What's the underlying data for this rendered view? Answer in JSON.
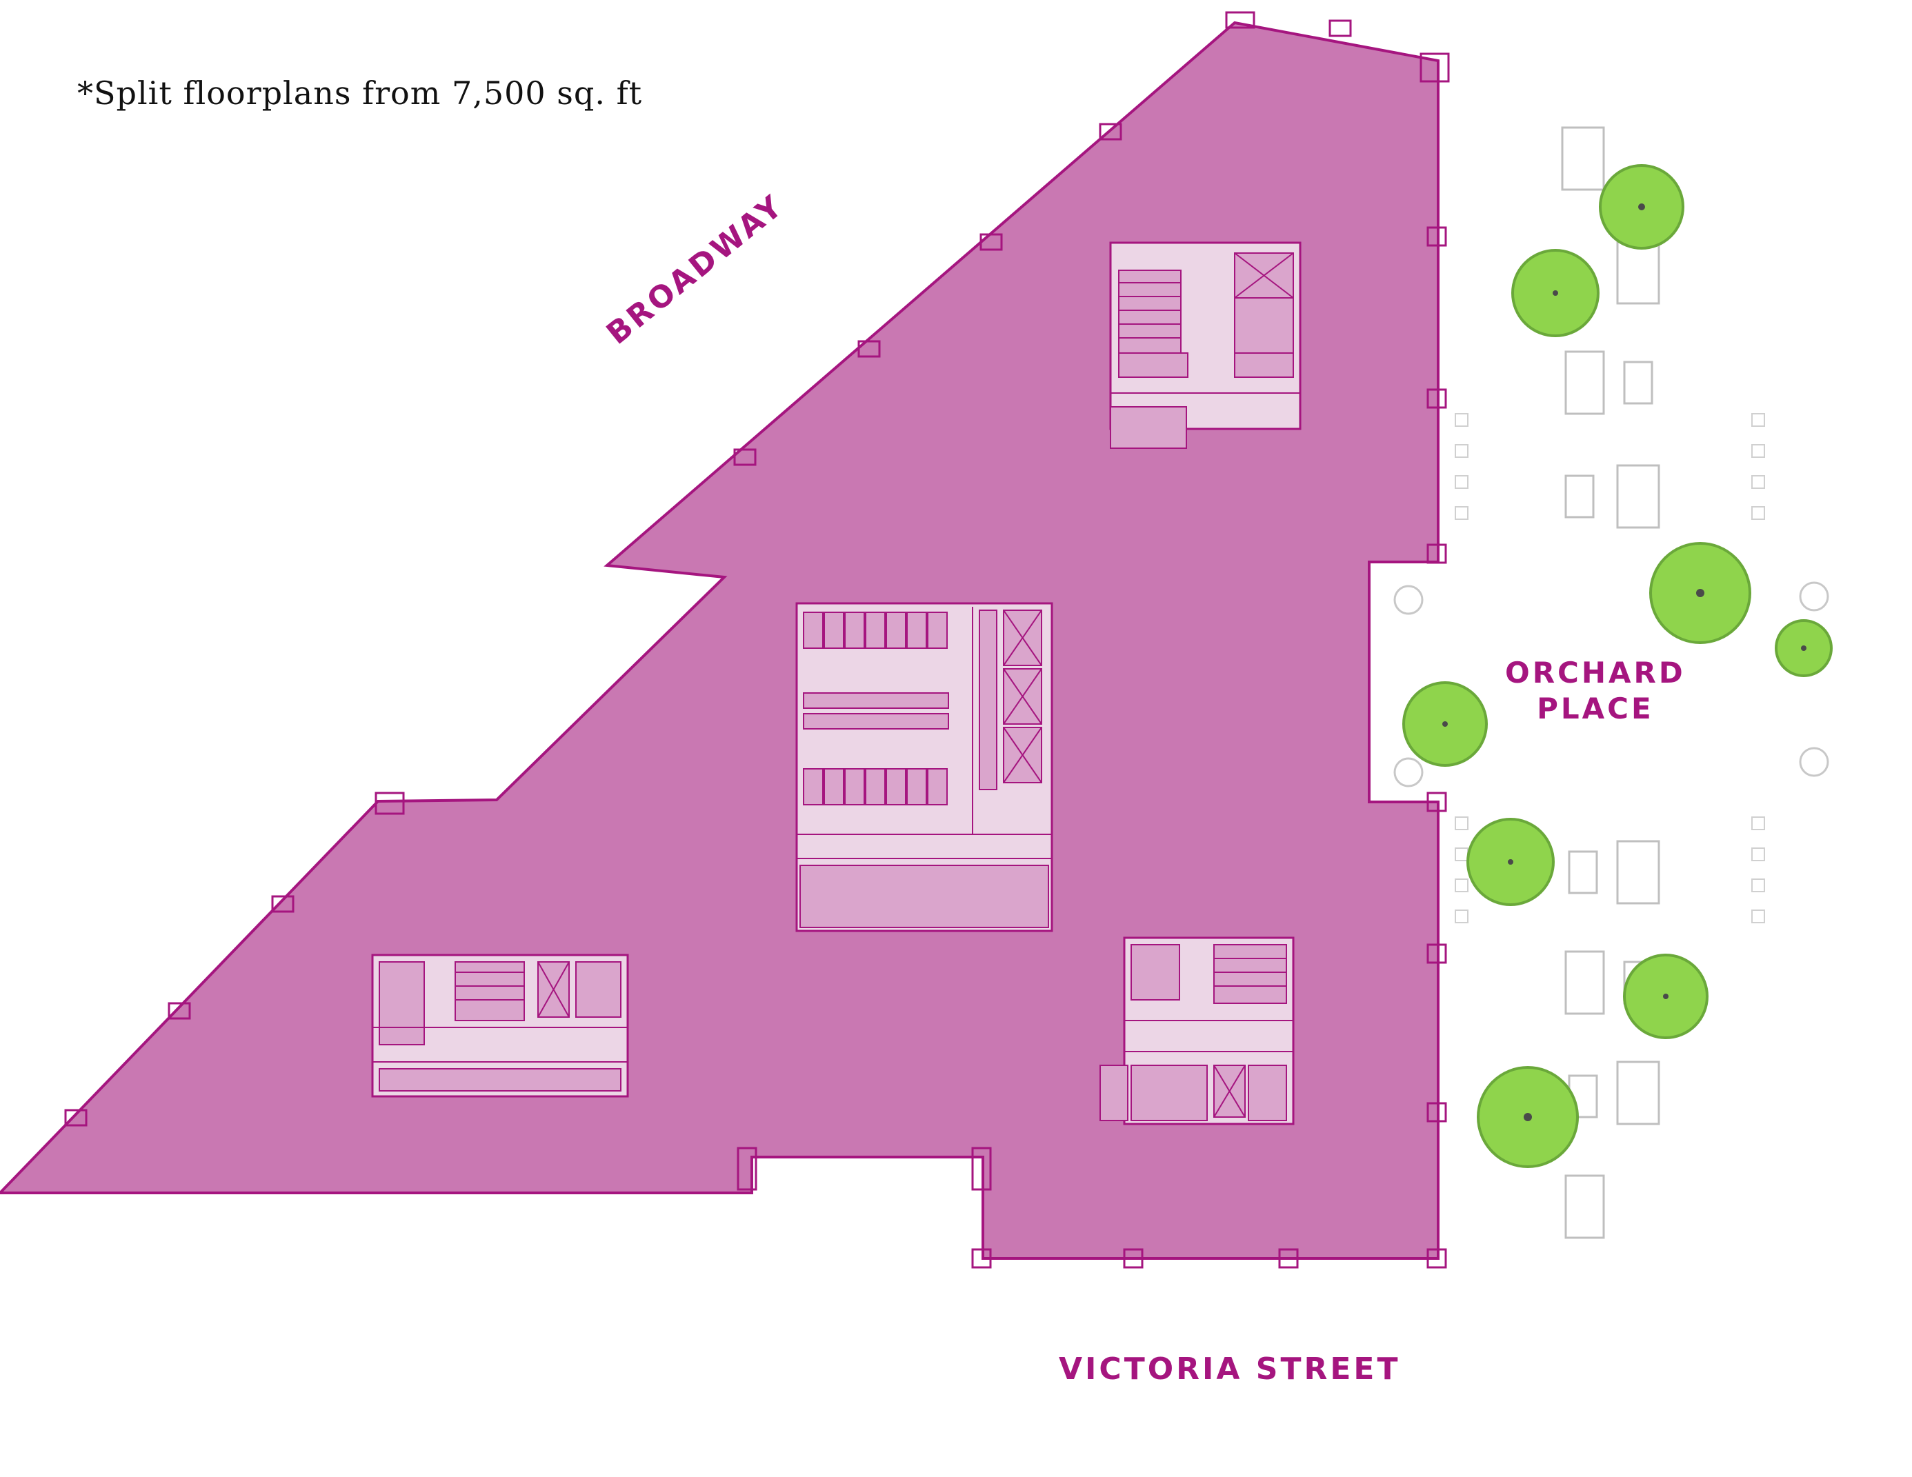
{
  "note": "*Split floorplans from 7,500 sq. ft",
  "streets": {
    "broadway": "BROADWAY",
    "victoria": "VICTORIA STREET",
    "orchard_line1": "ORCHARD",
    "orchard_line2": "PLACE"
  },
  "colors": {
    "floor": "#c978b2",
    "outline": "#a5157f",
    "core": "#ecd6e6",
    "core_dark": "#daa5cc",
    "tree": "#8fd44c",
    "tree_edge": "#6aa83a",
    "label": "#a5157f"
  },
  "icons": [
    "tree-icon",
    "planter-icon",
    "bench-icon",
    "table-icon",
    "chair-icon"
  ]
}
